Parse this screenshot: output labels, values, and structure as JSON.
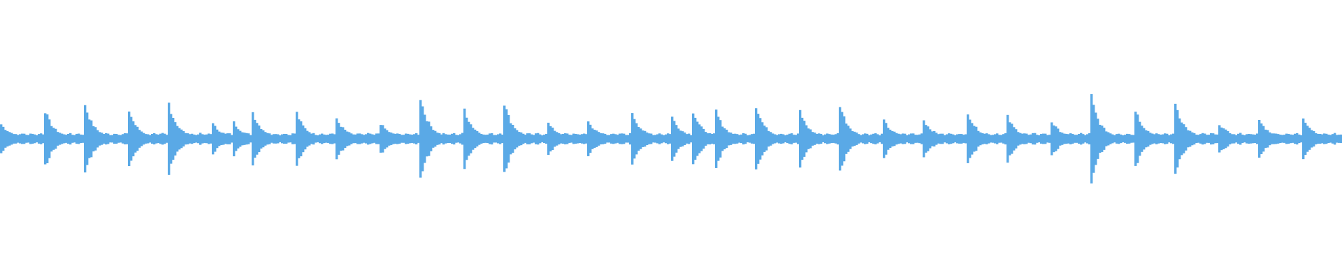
{
  "waveform": {
    "color": "#5aa9e6",
    "background": "#ffffff",
    "onset_times": [
      0.0,
      0.0313,
      0.0625,
      0.0938,
      0.125,
      0.1563,
      0.1719,
      0.1875,
      0.2188,
      0.25,
      0.2813,
      0.3125,
      0.3438,
      0.375,
      0.4063,
      0.4375,
      0.4688,
      0.5,
      0.5156,
      0.5313,
      0.5625,
      0.5938,
      0.625,
      0.6563,
      0.6875,
      0.7188,
      0.75,
      0.7813,
      0.8125,
      0.8438,
      0.875,
      0.9063,
      0.9375,
      0.9688
    ],
    "onset_peaks": [
      0.2,
      0.68,
      0.65,
      0.68,
      0.67,
      0.28,
      0.33,
      0.47,
      0.6,
      0.33,
      0.3,
      0.8,
      0.72,
      0.68,
      0.3,
      0.26,
      0.63,
      0.36,
      0.5,
      0.66,
      0.63,
      0.66,
      0.65,
      0.38,
      0.3,
      0.65,
      0.36,
      0.36,
      0.8,
      0.72,
      0.7,
      0.3,
      0.3,
      0.5
    ],
    "bed_level": 0.12
  }
}
